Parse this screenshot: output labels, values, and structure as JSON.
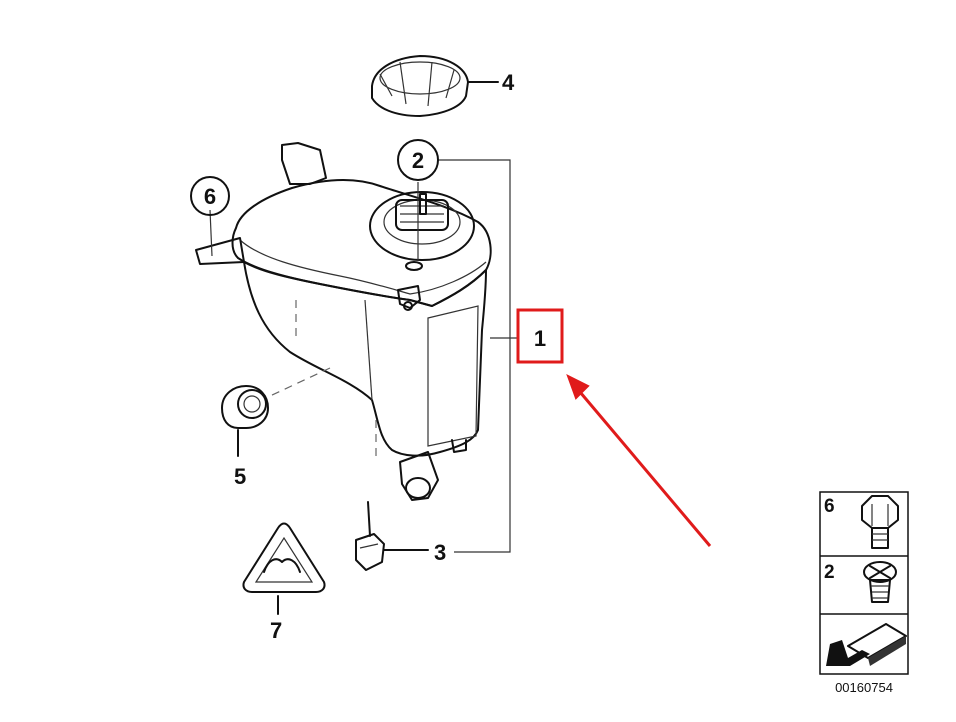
{
  "diagram": {
    "callouts": {
      "part_1": "1",
      "part_2": "2",
      "part_3": "3",
      "part_4": "4",
      "part_5": "5",
      "part_6": "6",
      "part_7": "7"
    },
    "legend": {
      "item_6": "6",
      "item_2": "2"
    },
    "diagram_id": "00160754",
    "highlight_color": "#e01b1b",
    "line_color": "#111111"
  }
}
